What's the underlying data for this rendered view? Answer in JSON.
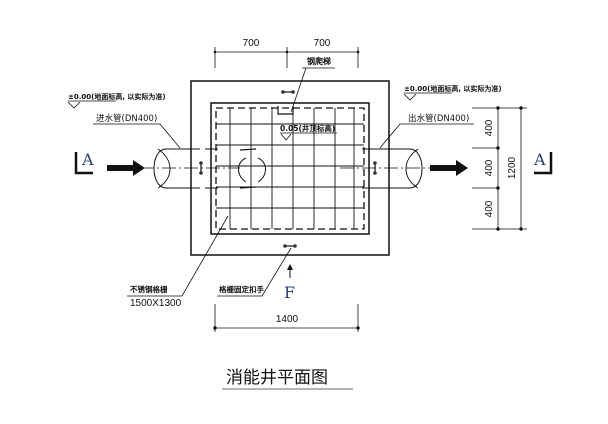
{
  "drawing": {
    "title": "消能井平面图",
    "top_dims": [
      "700",
      "700"
    ],
    "bottom_dim": "1400",
    "right_dims": [
      "400",
      "400",
      "400"
    ],
    "right_total_dim": "1200",
    "labels": {
      "ladder": "钢爬梯",
      "well_top_elev": "0.05(井顶标高)",
      "ground_elev_left": "±0.00(地面标高, 以实际为准)",
      "ground_elev_right": "±0.00(地面标高, 以实际为准)",
      "inlet_pipe": "进水管(DN400)",
      "outlet_pipe": "出水管(DN400)",
      "grating": "不锈钢格栅",
      "grating_size": "1500X1300",
      "grating_fixer": "格栅固定扣手"
    },
    "section_marks": {
      "left": "A",
      "right": "A",
      "bottom": "F"
    }
  }
}
